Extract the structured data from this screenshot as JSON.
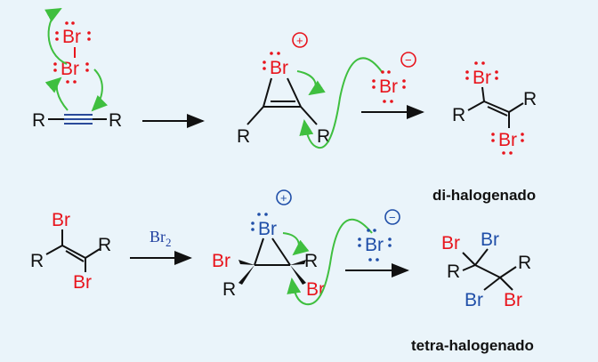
{
  "colors": {
    "background": "#eaf4fa",
    "red_atom": "#e8141c",
    "blue_atom": "#1f4ea8",
    "bond": "#111111",
    "curly_arrow": "#3fbf3f",
    "triple_bond_blue": "#2a4a9a"
  },
  "symbols": {
    "br": "Br",
    "r": "R",
    "plus": "+",
    "minus": "−"
  },
  "labels": {
    "top_product": "di-halogenado",
    "bottom_product": "tetra-halogenado",
    "reagent": "Br",
    "reagent_sub": "2"
  },
  "icons": [
    "plus-charge-icon",
    "minus-charge-icon",
    "curly-arrow-icon",
    "reaction-arrow-icon"
  ]
}
